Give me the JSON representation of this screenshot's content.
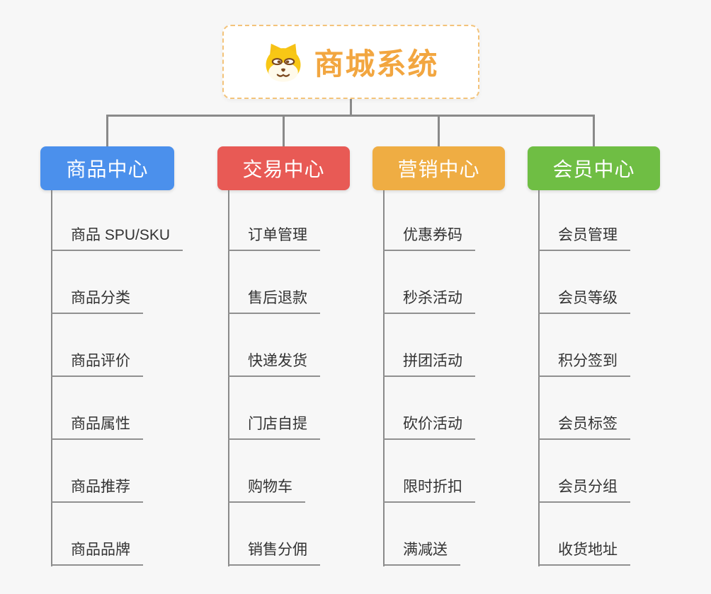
{
  "root": {
    "title": "商城系统",
    "icon": "shiba-dog-icon",
    "accent_color": "#F2A640",
    "border_color": "#F3C37A"
  },
  "connector_color": "#8A8A8A",
  "branches": [
    {
      "label": "商品中心",
      "color": "#4B90EC",
      "items": [
        "商品 SPU/SKU",
        "商品分类",
        "商品评价",
        "商品属性",
        "商品推荐",
        "商品品牌"
      ]
    },
    {
      "label": "交易中心",
      "color": "#E85A55",
      "items": [
        "订单管理",
        "售后退款",
        "快递发货",
        "门店自提",
        "购物车",
        "销售分佣"
      ]
    },
    {
      "label": "营销中心",
      "color": "#EFAD43",
      "items": [
        "优惠券码",
        "秒杀活动",
        "拼团活动",
        "砍价活动",
        "限时折扣",
        "满减送"
      ]
    },
    {
      "label": "会员中心",
      "color": "#6FBE44",
      "items": [
        "会员管理",
        "会员等级",
        "积分签到",
        "会员标签",
        "会员分组",
        "收货地址"
      ]
    }
  ]
}
